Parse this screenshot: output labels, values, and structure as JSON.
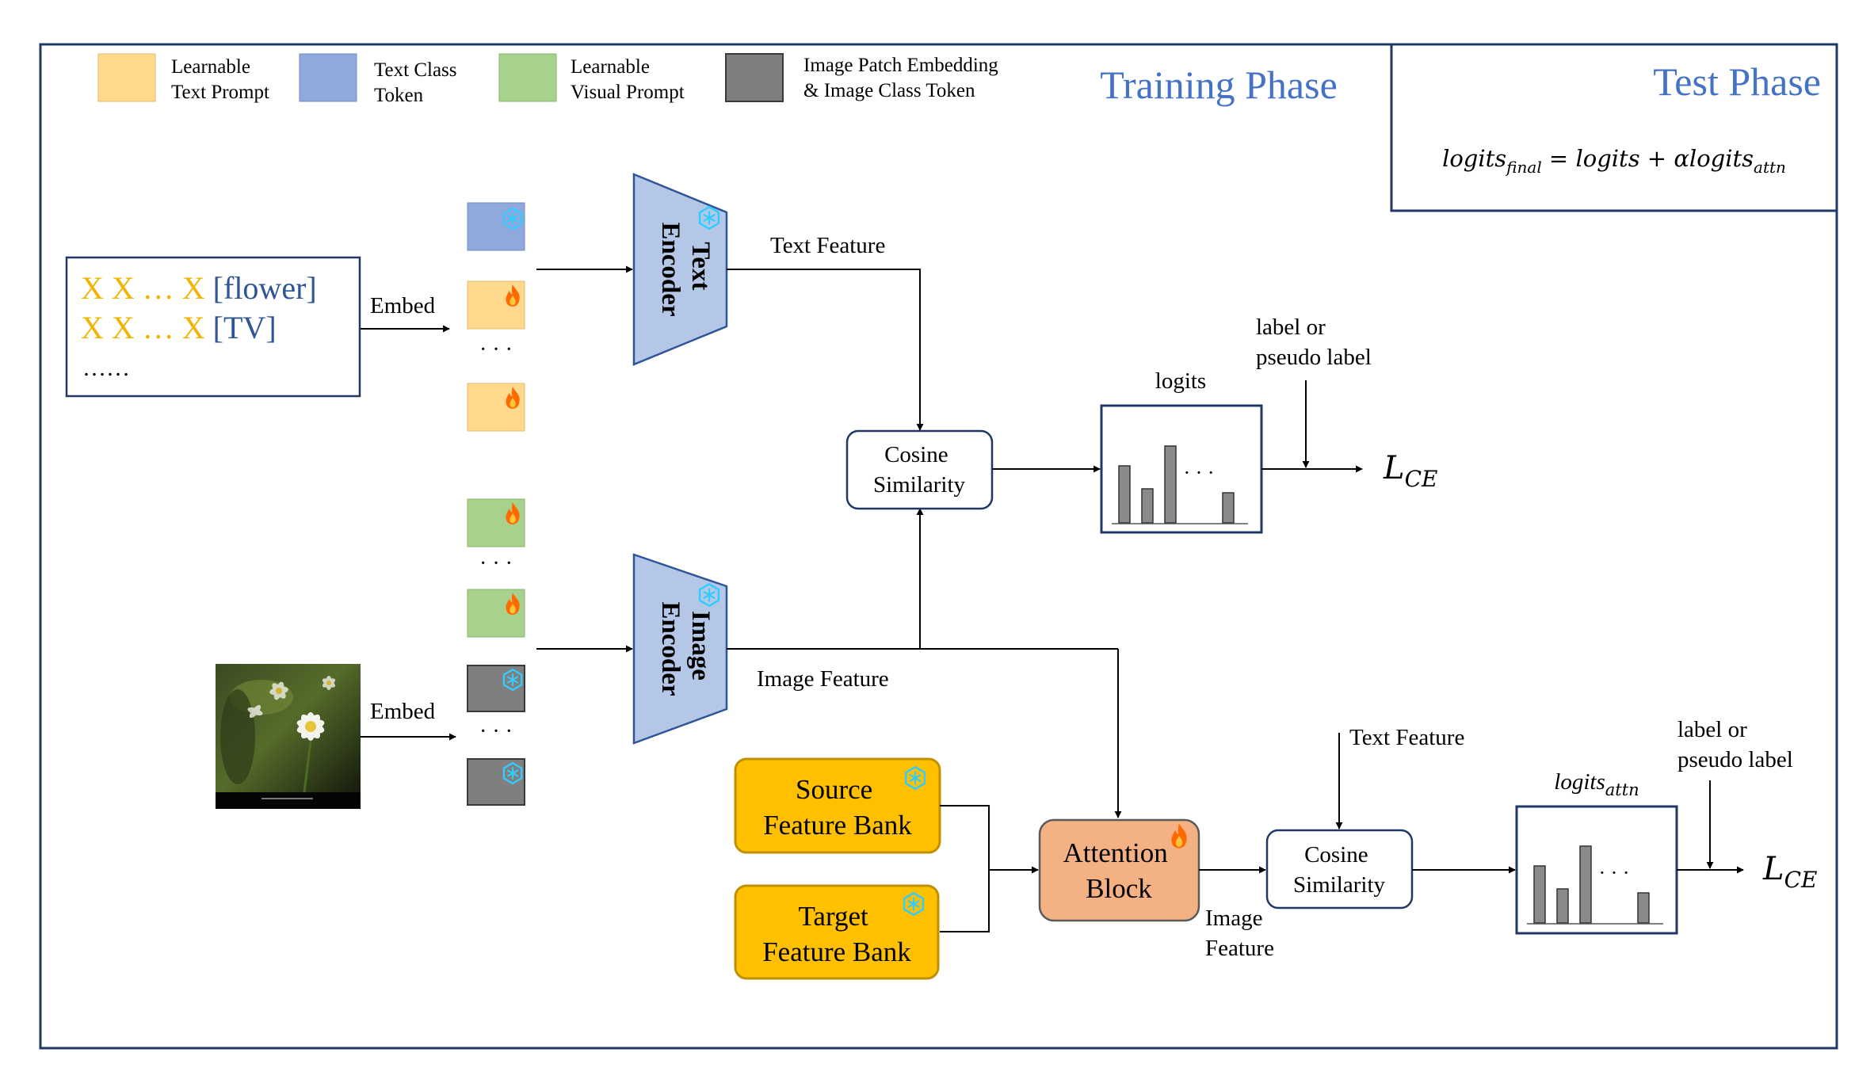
{
  "phases": {
    "training_title": "Training Phase",
    "test_title": "Test Phase",
    "test_formula": {
      "lhs": "logits",
      "lhs_sub": "final",
      "equals": " = ",
      "term1": "logits",
      "plus": " + ",
      "alpha": "α",
      "term2": "logits",
      "term2_sub": "attn"
    }
  },
  "legend": [
    {
      "line1": "Learnable",
      "line2": "Text Prompt",
      "color": "#FFD98E"
    },
    {
      "line1": "Text Class",
      "line2": "Token",
      "color": "#8FA9DC"
    },
    {
      "line1": "Learnable",
      "line2": "Visual Prompt",
      "color": "#A9D18E"
    },
    {
      "line1": "Image Patch Embedding",
      "line2": "& Image Class Token",
      "color": "#7F7F7F"
    }
  ],
  "text_input": {
    "row1_prefix": "X X … X",
    "row1_class": "[flower]",
    "row2_prefix": "X X … X",
    "row2_class": "[TV]",
    "row3": "……",
    "prefix_color": "#F2B400",
    "class_color": "#2F5597"
  },
  "embed_labels": {
    "text": "Embed",
    "image": "Embed"
  },
  "dots": {
    "text_tokens": "· · ·",
    "visual_prompts": "· · ·",
    "image_tokens": "· · ·",
    "bars": "· · ·"
  },
  "encoders": {
    "text_line1": "Text",
    "text_line2": "Encoder",
    "image_line1": "Image",
    "image_line2": "Encoder"
  },
  "flow": {
    "text_feature": "Text Feature",
    "image_feature": "Image Feature",
    "cosine1_line1": "Cosine",
    "cosine1_line2": "Similarity",
    "logits": "logits",
    "label1_line1": "label or",
    "label1_line2": "pseudo label",
    "loss1": "L",
    "loss1_sub": "CE"
  },
  "banks": {
    "source_line1": "Source",
    "source_line2": "Feature Bank",
    "target_line1": "Target",
    "target_line2": "Feature Bank"
  },
  "attention": {
    "line1": "Attention",
    "line2": "Block"
  },
  "lower_flow": {
    "text_feature": "Text Feature",
    "image_feature_line1": "Image",
    "image_feature_line2": "Feature",
    "cosine2_line1": "Cosine",
    "cosine2_line2": "Similarity",
    "logits_attn": "logits",
    "logits_attn_sub": "attn",
    "label2_line1": "label or",
    "label2_line2": "pseudo label",
    "loss2": "L",
    "loss2_sub": "CE"
  },
  "colors": {
    "frame": "#1F3864",
    "title_blue": "#4472C4",
    "encoder_fill": "#B4C7E7",
    "encoder_stroke": "#2F5597",
    "bank_fill": "#FFC000",
    "bank_stroke": "#BF9000",
    "attention_fill": "#F4B183",
    "attention_stroke": "#5A5A5A",
    "frozen_icon": "#33CCFF",
    "fire_icon": "#FF6A00"
  }
}
